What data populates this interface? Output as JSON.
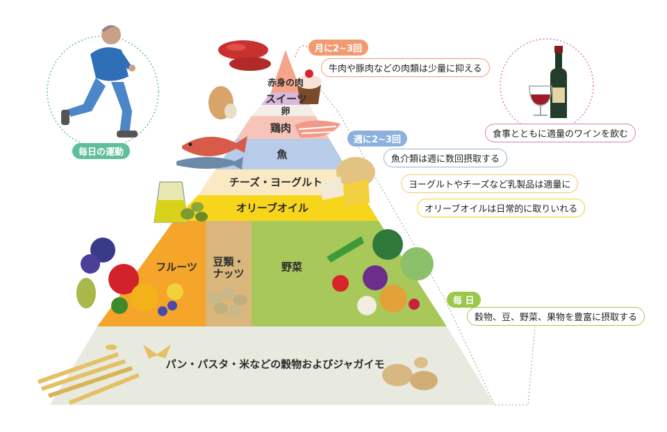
{
  "pyramid": {
    "tiers": {
      "red_meat": "赤身の肉",
      "sweets": "スイーツ",
      "eggs": "卵",
      "poultry": "鶏肉",
      "fish": "魚",
      "cheese_yogurt": "チーズ・ヨーグルト",
      "olive_oil": "オリーブオイル",
      "fruits": "フルーツ",
      "beans_nuts": "豆類・\nナッツ",
      "vegetables": "野菜",
      "grains": "パン・パスタ・米などの穀物およびジャガイモ"
    }
  },
  "frequency": {
    "monthly": "月に2~3回",
    "weekly": "週に2~3回",
    "daily": "毎 日"
  },
  "notes": {
    "meat": "牛肉や豚肉などの肉類は少量に抑える",
    "fish": "魚介類は週に数回摂取する",
    "dairy": "ヨーグルトやチーズなど乳製品は適量に",
    "olive": "オリーブオイルは日常的に取りいれる",
    "daily": "穀物、豆、野菜、果物を豊富に摂取する",
    "wine": "食事とともに適量のワインを飲む"
  },
  "exercise": {
    "label": "毎日の運動"
  },
  "colors": {
    "meat": "#f4a58a",
    "sweets": "#d9b8dc",
    "eggs": "#f3efe8",
    "poultry": "#f7c4b9",
    "fish": "#b8cbe8",
    "dairy": "#fbe9c4",
    "olive": "#f7d51a",
    "fruits": "#f4a52a",
    "beans": "#d8b67c",
    "vegetables": "#a8c95a",
    "grains": "#e9eadf",
    "exercise_tag": "#5fbf9a",
    "wine_border": "#d97ab8",
    "daily_tag": "#9bc84a"
  }
}
